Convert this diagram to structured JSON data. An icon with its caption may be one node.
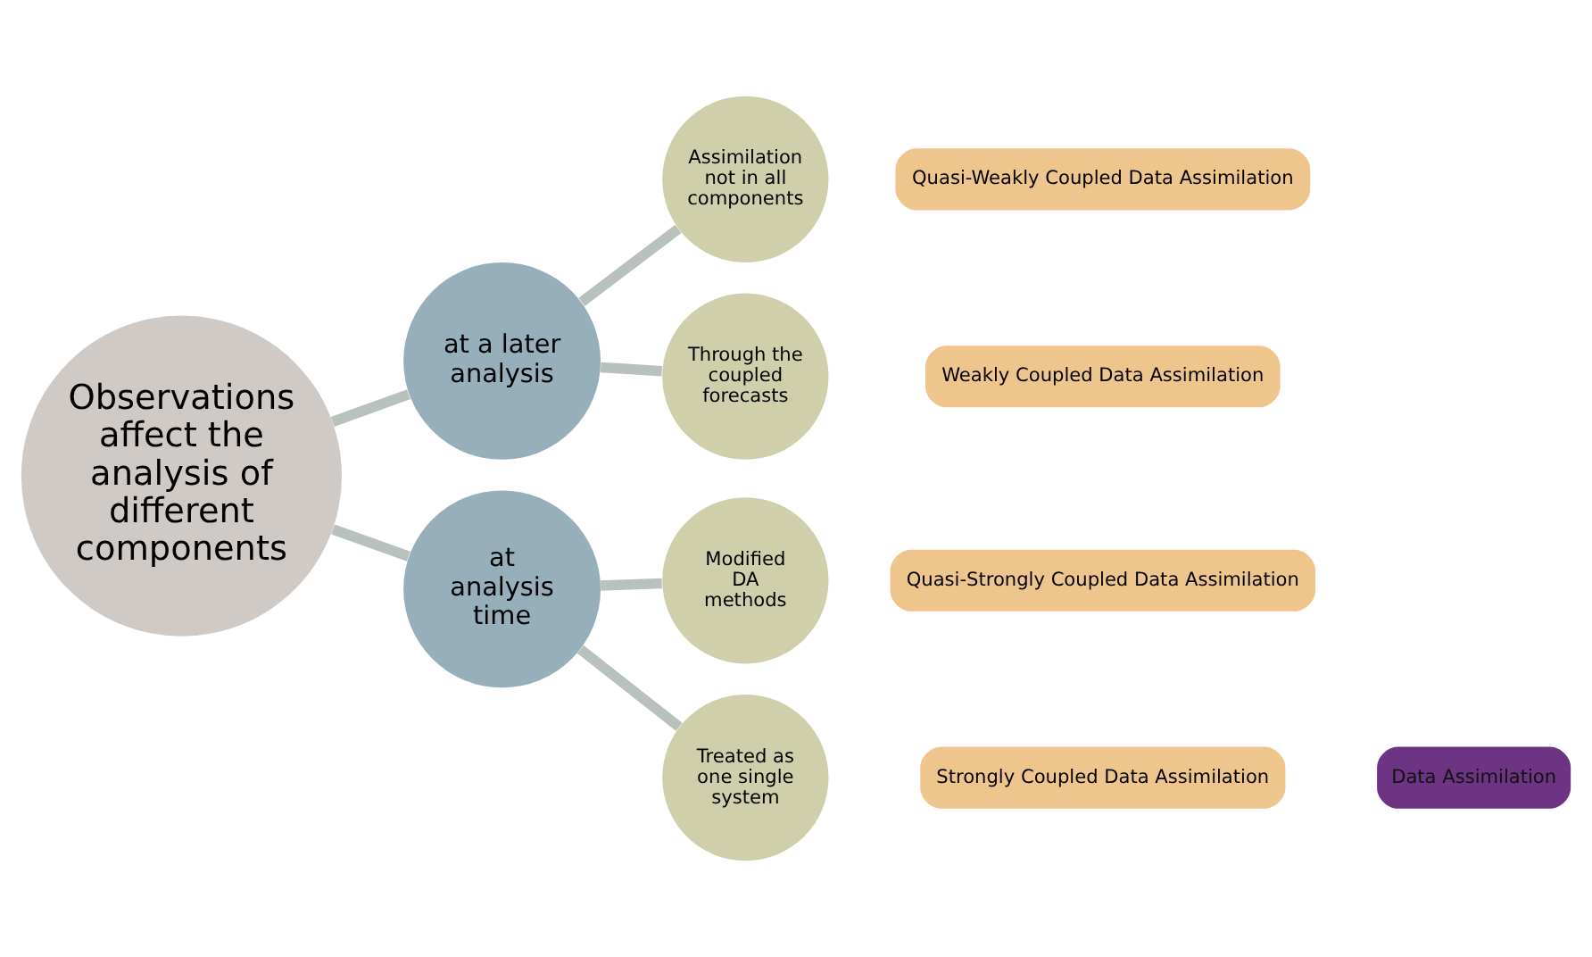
{
  "diagram": {
    "nodes": [
      {
        "text": [
          "Observations affect the analysis of different components"
        ]
      },
      {
        "text": [
          "at a later analysis"
        ]
      },
      {
        "text": [
          "at analysis time"
        ]
      },
      {
        "text": [
          "Assimilation not in all components"
        ]
      },
      {
        "text": [
          "Through the coupled forecasts"
        ]
      },
      {
        "text": [
          "Modified DA methods"
        ]
      },
      {
        "text": [
          "Treated as one single system"
        ]
      },
      {
        "text": [
          "Quasi-Weakly Coupled Data Assimilation"
        ]
      },
      {
        "text": [
          "Weakly Coupled Data Assimilation"
        ]
      },
      {
        "text": [
          "Quasi-Strongly Coupled Data Assimilation"
        ]
      },
      {
        "text": [
          "Strongly Coupled Data Assimilation"
        ]
      }
    ],
    "edges": [
      {
        "from": 0,
        "to": 1,
        "arrow": "none"
      },
      {
        "from": 0,
        "to": 2,
        "arrow": "none"
      },
      {
        "from": 1,
        "to": 3,
        "arrow": "none"
      },
      {
        "from": 1,
        "to": 4,
        "arrow": "none"
      },
      {
        "from": 2,
        "to": 5,
        "arrow": "none"
      },
      {
        "from": 2,
        "to": 6,
        "arrow": "none"
      }
    ],
    "labels": [
      "Data Assimilation"
    ]
  }
}
